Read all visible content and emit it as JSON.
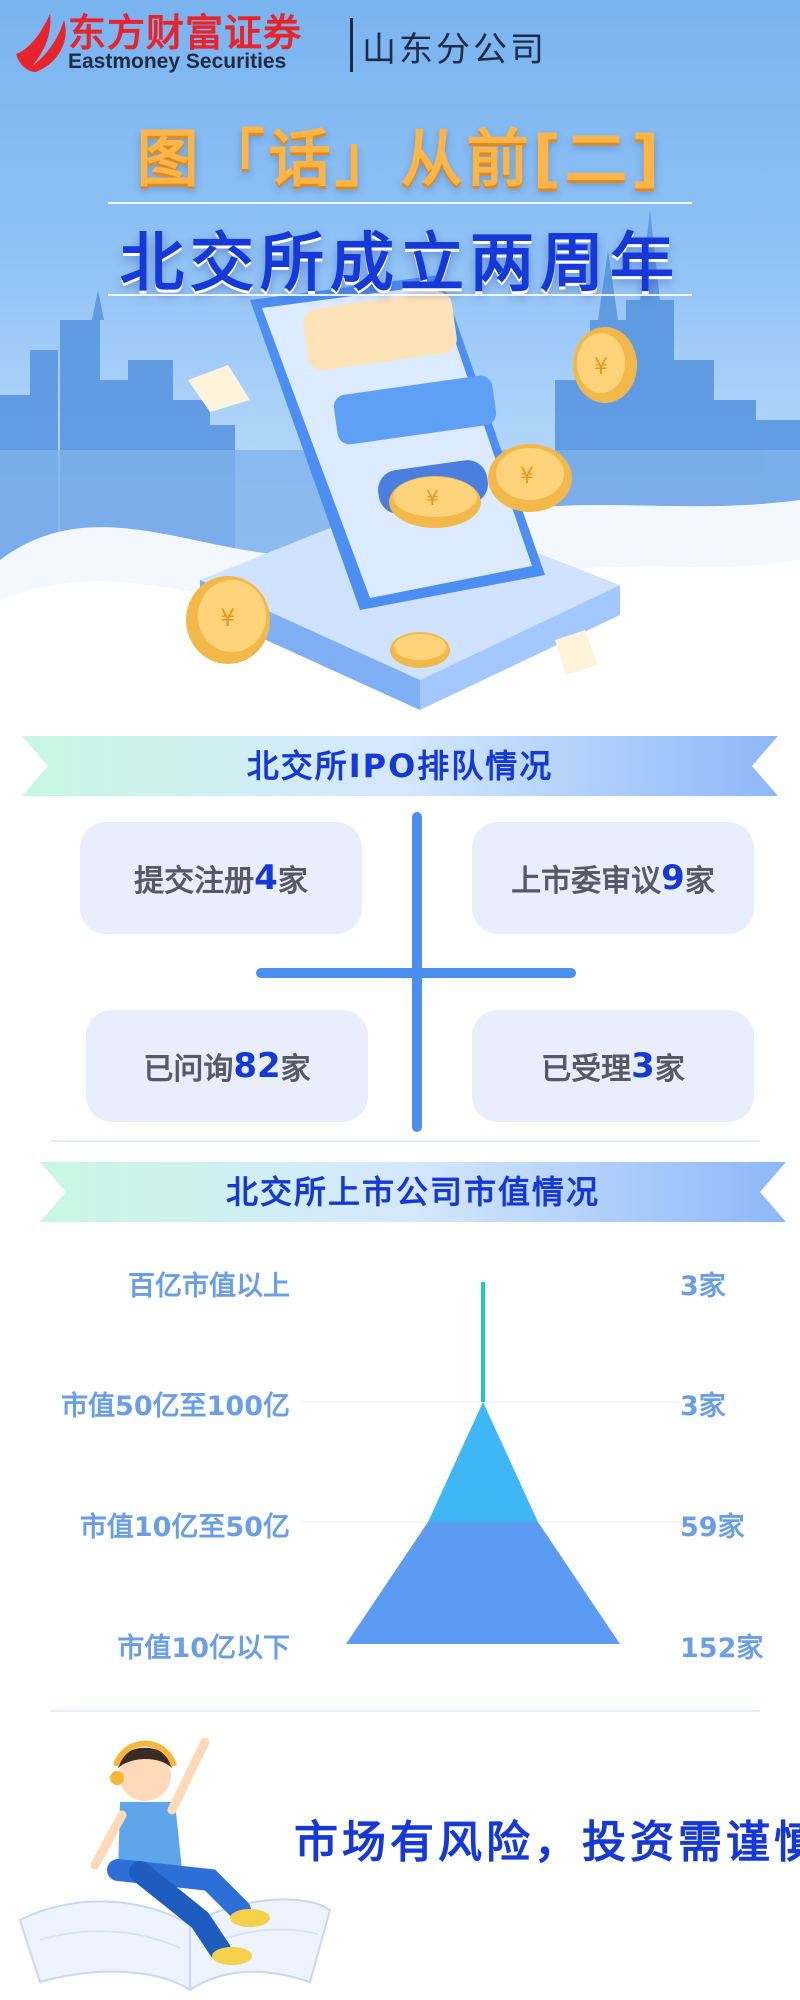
{
  "header": {
    "brand_cn": "东方财富证券",
    "brand_en": "Eastmoney Securities",
    "branch": "山东分公司",
    "brand_color": "#e8232a"
  },
  "hero": {
    "title_line1": "图「话」从前[二]",
    "title_line2": "北交所成立两周年"
  },
  "ipo_section": {
    "title": "北交所IPO排队情况",
    "items": [
      {
        "label": "提交注册",
        "count": "4",
        "unit": "家"
      },
      {
        "label": "上市委审议",
        "count": "9",
        "unit": "家"
      },
      {
        "label": "已问询",
        "count": "82",
        "unit": "家"
      },
      {
        "label": "已受理",
        "count": "3",
        "unit": "家"
      }
    ]
  },
  "market_value_section": {
    "title": "北交所上市公司市值情况",
    "tiers": [
      {
        "label": "百亿市值以上",
        "count": "3家",
        "value": 3
      },
      {
        "label": "市值50亿至100亿",
        "count": "3家",
        "value": 3
      },
      {
        "label": "市值10亿至50亿",
        "count": "59家",
        "value": 59
      },
      {
        "label": "市值10亿以下",
        "count": "152家",
        "value": 152
      }
    ],
    "colors": [
      "#1fc6c6",
      "#3fb6f5",
      "#5b9bf3"
    ]
  },
  "footer": {
    "risk_notice": "市场有风险，投资需谨慎"
  },
  "colors": {
    "accent_blue": "#1538d8",
    "title_orange": "#ffb545",
    "label_blue": "#6a9fe8"
  }
}
